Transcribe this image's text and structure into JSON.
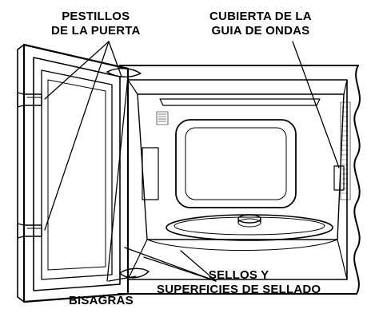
{
  "labels": {
    "door_latches": {
      "line1": "PESTILLOS",
      "line2": "DE LA PUERTA"
    },
    "waveguide_cover": {
      "line1": "CUBIERTA DE LA",
      "line2": "GUIA DE ONDAS"
    },
    "seals": {
      "line1": "SELLOS Y",
      "line2": "SUPERFICIES DE SELLADO"
    },
    "hinges": "BISAGRAS"
  }
}
